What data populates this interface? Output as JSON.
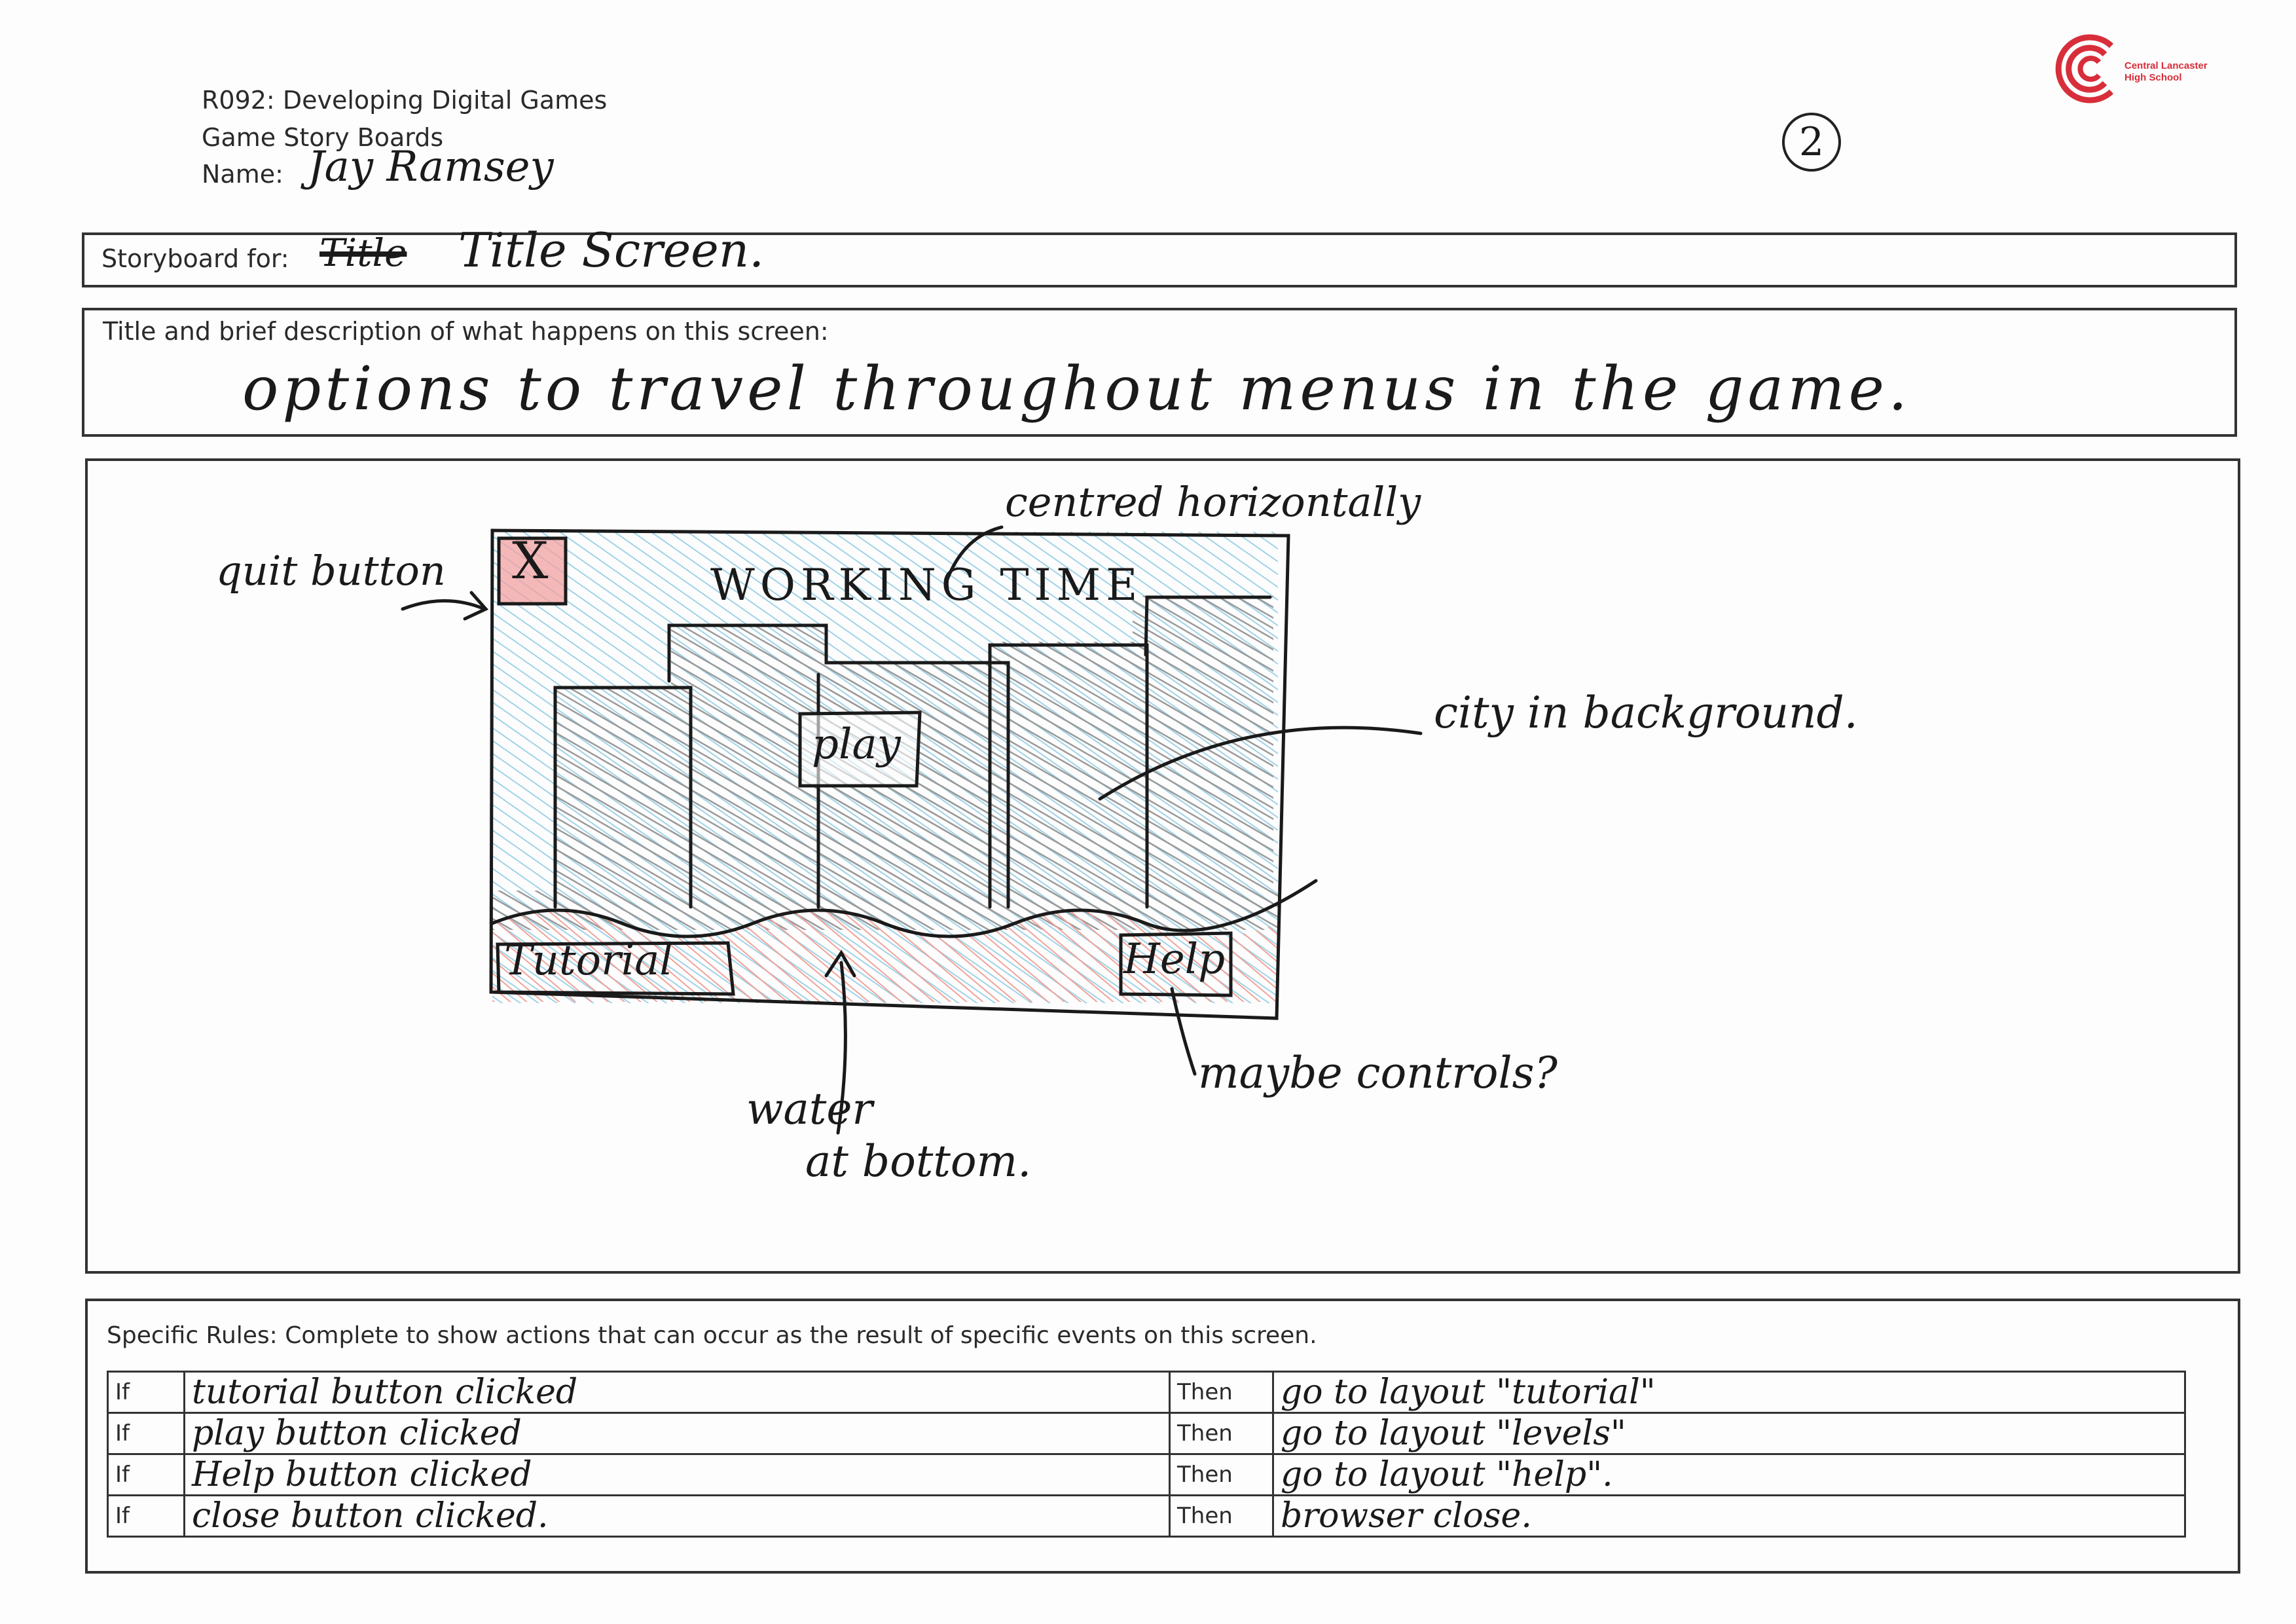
{
  "header": {
    "unit": "R092: Developing Digital Games",
    "subtitle": "Game Story Boards",
    "name_label": "Name:",
    "name_value": "Jay Ramsey",
    "page_number": "2"
  },
  "logo": {
    "line1": "Central Lancaster",
    "line2": "High School",
    "color": "#d82d3a"
  },
  "storyboard_for": {
    "label": "Storyboard for:",
    "struck_word": "Title",
    "value": "Title Screen."
  },
  "description": {
    "label": "Title and brief description of what happens on this screen:",
    "value": "options to travel throughout menus in the game."
  },
  "sketch": {
    "screen_title": "WORKING TIME",
    "quit_symbol": "X",
    "play_label": "play",
    "tutorial_label": "Tutorial",
    "help_label": "Help",
    "annotations": {
      "quit": "quit button",
      "centred": "centred horizontally",
      "city": "city in background.",
      "water_1": "water",
      "water_2": "at bottom.",
      "controls": "maybe controls?"
    },
    "colors": {
      "sky": "#9fd3e8",
      "water": "#f0a39a",
      "quit": "#f2a0a0",
      "city": "#b9b9b9"
    }
  },
  "rules": {
    "label": "Specific Rules: Complete to show actions that can occur as the result of specific events on this screen.",
    "rows": [
      {
        "if": "If",
        "condition": "tutorial button clicked",
        "then": "Then",
        "action": "go to layout \"tutorial\""
      },
      {
        "if": "If",
        "condition": "play button clicked",
        "then": "Then",
        "action": "go to layout \"levels\""
      },
      {
        "if": "If",
        "condition": "Help button clicked",
        "then": "Then",
        "action": "go to layout \"help\"."
      },
      {
        "if": "If",
        "condition": "close button clicked.",
        "then": "Then",
        "action": "browser close."
      }
    ]
  }
}
